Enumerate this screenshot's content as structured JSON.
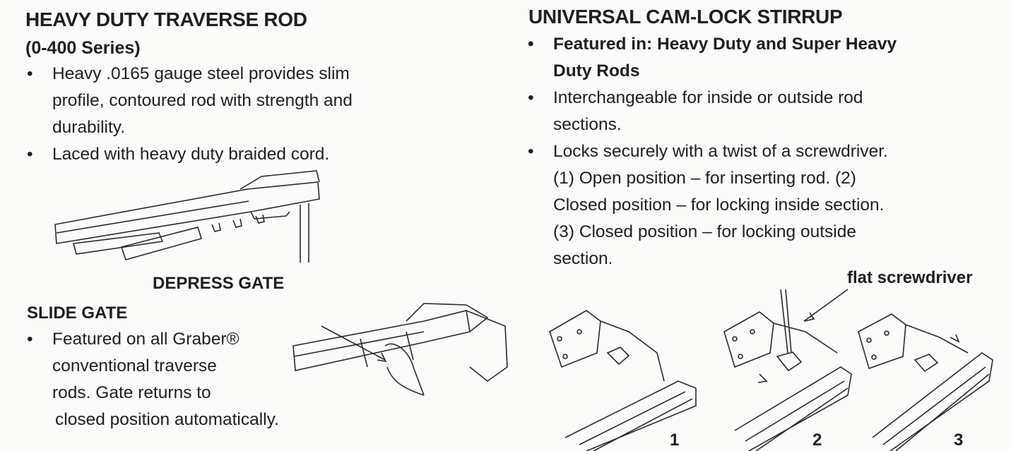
{
  "left": {
    "title": "HEAVY DUTY TRAVERSE ROD",
    "subtitle": "(0-400 Series)",
    "bullets": [
      [
        "Heavy .0165 gauge steel provides slim",
        "profile, contoured rod with strength and",
        "durability."
      ],
      [
        "Laced with heavy duty braided cord."
      ]
    ],
    "depress_gate_label": "DEPRESS GATE",
    "slide_gate_title": "SLIDE GATE",
    "slide_gate_bullet": [
      "Featured on all Graber®",
      "conventional traverse",
      "rods. Gate returns to",
      "closed position automatically."
    ]
  },
  "right": {
    "title": "UNIVERSAL CAM-LOCK STIRRUP",
    "featured": [
      "Featured in: Heavy Duty and Super Heavy",
      "Duty Rods"
    ],
    "bullets": [
      [
        "Interchangeable for inside or outside rod",
        "sections."
      ],
      [
        "Locks securely with a twist of a screwdriver.",
        "(1) Open position – for inserting rod. (2)",
        "Closed position – for locking inside section.",
        "(3) Closed position – for locking outside",
        "section."
      ]
    ],
    "screwdriver_label": "flat screwdriver",
    "step_numbers": [
      "1",
      "2",
      "3"
    ]
  },
  "bullet_glyph": "•"
}
